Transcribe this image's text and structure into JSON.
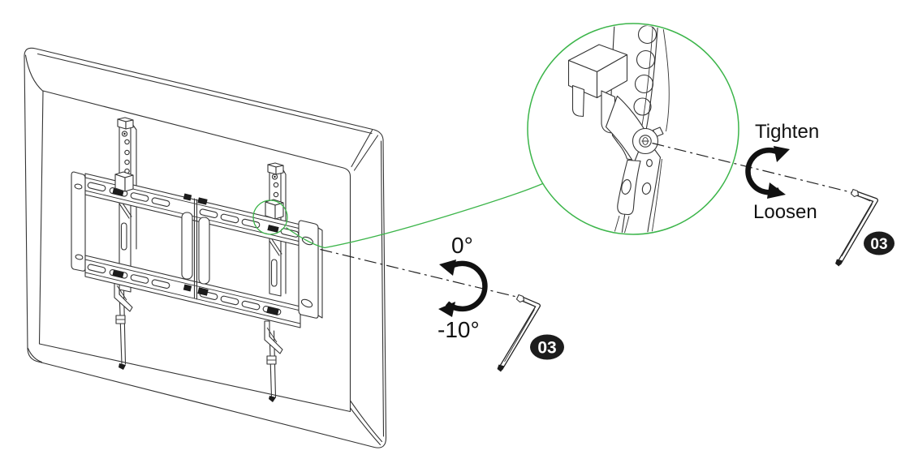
{
  "diagram": {
    "type": "tv-wall-mount-tilt-instruction",
    "background": "#ffffff",
    "line_color": "#343434",
    "accent_green": "#3cb54a",
    "tilt": {
      "up_label": "0°",
      "down_label": "-10°"
    },
    "screw": {
      "tighten_label": "Tighten",
      "loosen_label": "Loosen"
    },
    "tools": [
      {
        "badge": "03"
      },
      {
        "badge": "03"
      }
    ]
  }
}
